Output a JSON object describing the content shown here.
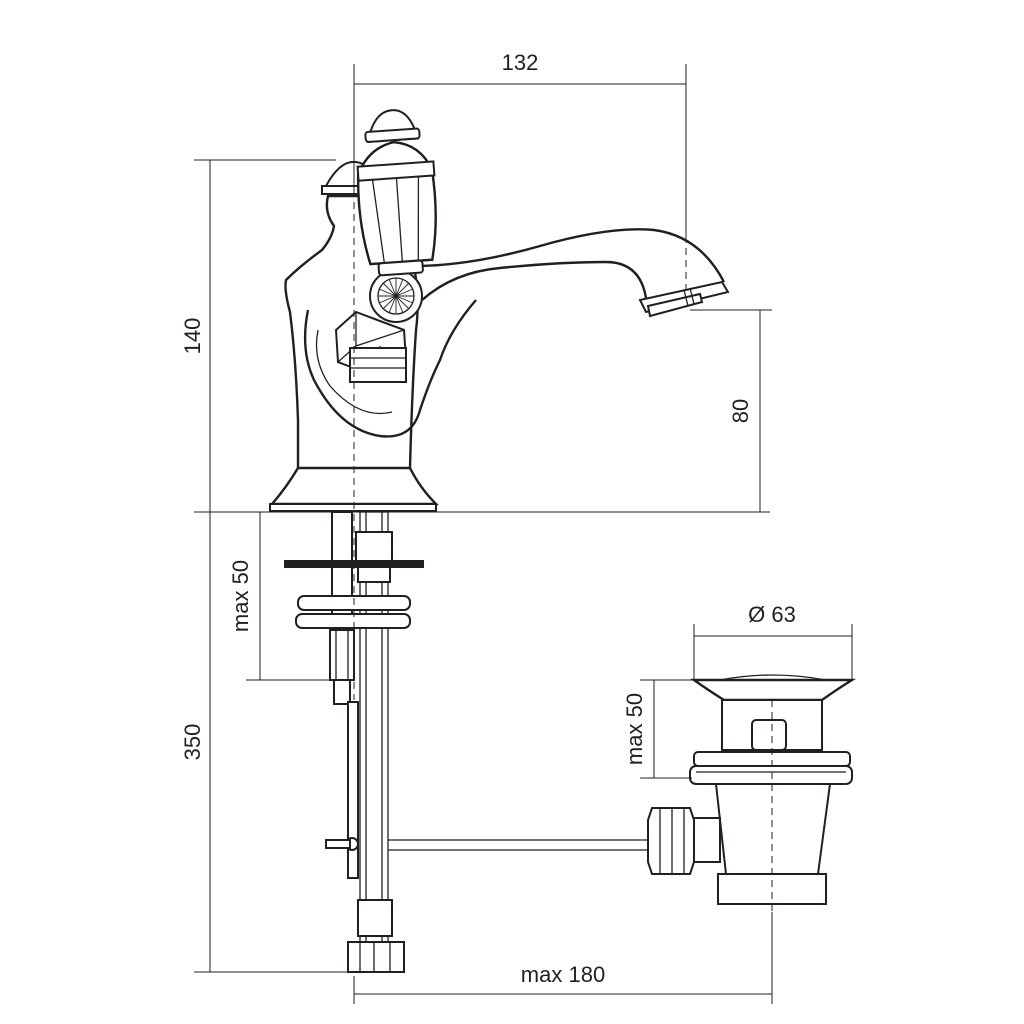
{
  "dimensions": {
    "spout_reach": "132",
    "total_height": "140",
    "spout_height": "80",
    "max_thickness_upper": "max 50",
    "hose_length": "350",
    "drain_diameter": "Ø 63",
    "max_thickness_lower": "max 50",
    "max_distance": "max 180"
  },
  "colors": {
    "line": "#231f20",
    "background": "#ffffff"
  }
}
